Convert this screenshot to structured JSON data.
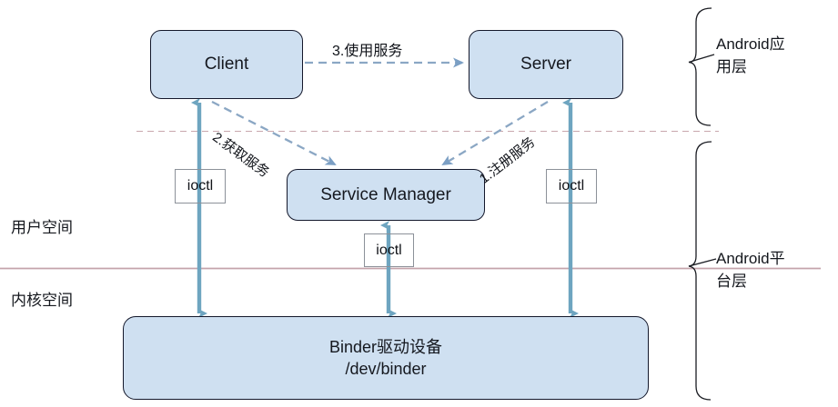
{
  "diagram": {
    "title": "Android Binder architecture diagram",
    "colors": {
      "node_fill": "#cfe0f1",
      "node_stroke": "#14182b",
      "solid_arrow": "#6ea5c0",
      "dashed_arrow": "#8ba7c4",
      "user_kernel_divider": "#c4a4ab",
      "layer_divider_dashed": "#c9a7ad",
      "ioctl_border": "#8c9199"
    },
    "nodes": {
      "client": {
        "label": "Client"
      },
      "server": {
        "label": "Server"
      },
      "service_manager": {
        "label": "Service Manager"
      },
      "binder_driver": {
        "line1": "Binder驱动设备",
        "line2": "/dev/binder"
      }
    },
    "ioctl_boxes": {
      "left": "ioctl",
      "middle": "ioctl",
      "right": "ioctl"
    },
    "edge_labels": {
      "register_service": "1.注册服务",
      "get_service": "2.获取服务",
      "use_service": "3.使用服务"
    },
    "space_labels": {
      "user_space": "用户空间",
      "kernel_space": "内核空间"
    },
    "layer_labels": {
      "app_layer_line1": "Android应",
      "app_layer_line2": "用层",
      "platform_layer_line1": "Android平",
      "platform_layer_line2": "台层"
    }
  }
}
